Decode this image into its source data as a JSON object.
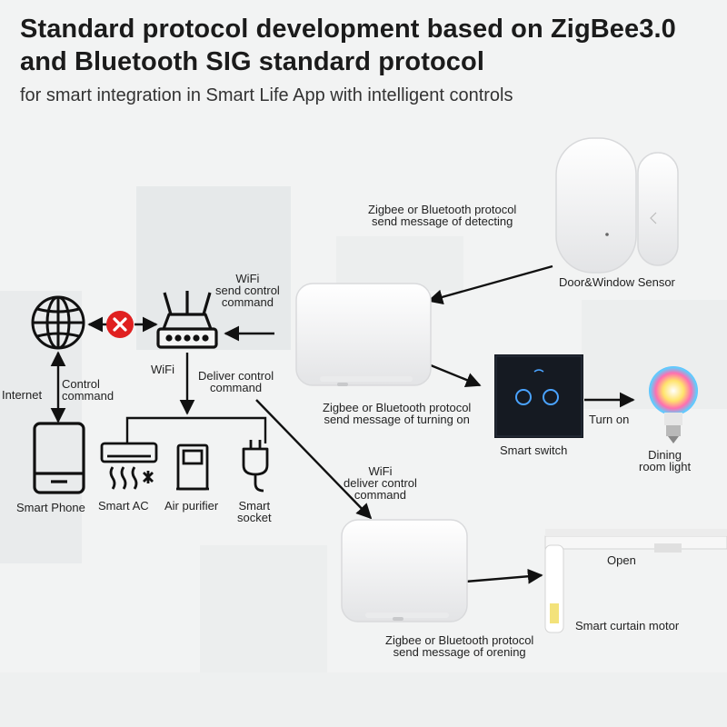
{
  "header": {
    "title_line1": "Standard protocol development based on ZigBee3.0",
    "title_line2": "and Bluetooth SIG standard protocol",
    "subtitle": "for smart integration in Smart Life App with intelligent controls"
  },
  "nodes": {
    "internet": "Internet",
    "wifi": "WiFi",
    "smart_phone": "Smart Phone",
    "smart_ac": "Smart AC",
    "air_purifier": "Air purifier",
    "smart_socket_1": "Smart",
    "smart_socket_2": "socket",
    "door_window_sensor": "Door&Window Sensor",
    "smart_switch": "Smart switch",
    "dining_light_1": "Dining",
    "dining_light_2": "room light",
    "smart_curtain_motor": "Smart curtain motor"
  },
  "edges": {
    "control_command_1": "Control",
    "control_command_2": "command",
    "wifi_send_1": "WiFi",
    "wifi_send_2": "send control",
    "wifi_send_3": "command",
    "deliver_1": "Deliver control",
    "deliver_2": "command",
    "zigbee_detect_1": "Zigbee or Bluetooth protocol",
    "zigbee_detect_2": "send message of detecting",
    "zigbee_turn_1": "Zigbee or Bluetooth protocol",
    "zigbee_turn_2": "send message of turning on",
    "turn_on": "Turn on",
    "wifi_deliver_1": "WiFi",
    "wifi_deliver_2": "deliver control",
    "wifi_deliver_3": "command",
    "open": "Open",
    "zigbee_open_1": "Zigbee or Bluetooth protocol",
    "zigbee_open_2": "send message of orening"
  },
  "colors": {
    "blocked": "#e02020",
    "icon": "#1a1a1a",
    "switch_panel": "#151a22",
    "switch_ring": "#4aa3ff"
  },
  "icons": [
    "globe-icon",
    "blocked-x-icon",
    "router-icon",
    "phone-icon",
    "ac-icon",
    "purifier-icon",
    "plug-icon",
    "hub-device",
    "sensor-device",
    "switch-panel",
    "bulb-icon",
    "curtain-motor-device"
  ]
}
